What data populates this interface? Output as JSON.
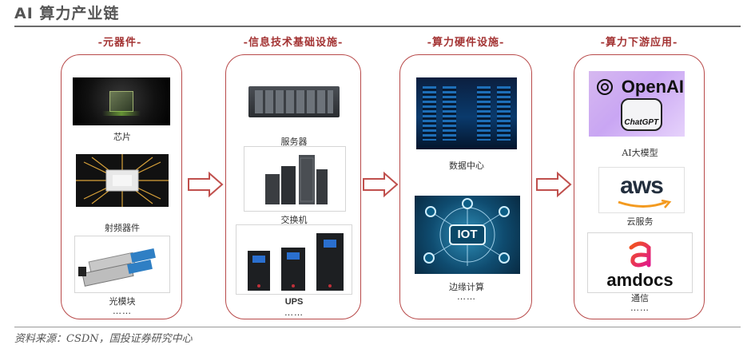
{
  "title": "AI 算力产业链",
  "source": "资料来源：CSDN，国投证券研究中心",
  "columns": [
    {
      "title": "-元器件-",
      "items": [
        {
          "caption": "芯片"
        },
        {
          "caption": "射频器件"
        },
        {
          "caption": "光模块"
        }
      ],
      "more": "……"
    },
    {
      "title": "-信息技术基础设施-",
      "items": [
        {
          "caption": "服务器"
        },
        {
          "caption": "交换机"
        },
        {
          "caption": "UPS"
        }
      ],
      "more": "……"
    },
    {
      "title": "-算力硬件设施-",
      "items": [
        {
          "caption": "数据中心"
        },
        {
          "caption": "边缘计算"
        }
      ],
      "more": "……"
    },
    {
      "title": "-算力下游应用-",
      "items": [
        {
          "caption": "AI大模型"
        },
        {
          "caption": "云服务"
        },
        {
          "caption": "通信"
        }
      ],
      "more": "……"
    }
  ],
  "logos": {
    "openai": "OpenAI",
    "chatgpt": "ChatGPT",
    "aws": "aws",
    "amdocs": "amdocs",
    "iot": "IOT"
  },
  "colors": {
    "accent": "#b84a4a",
    "arrow": "#c0504d"
  }
}
